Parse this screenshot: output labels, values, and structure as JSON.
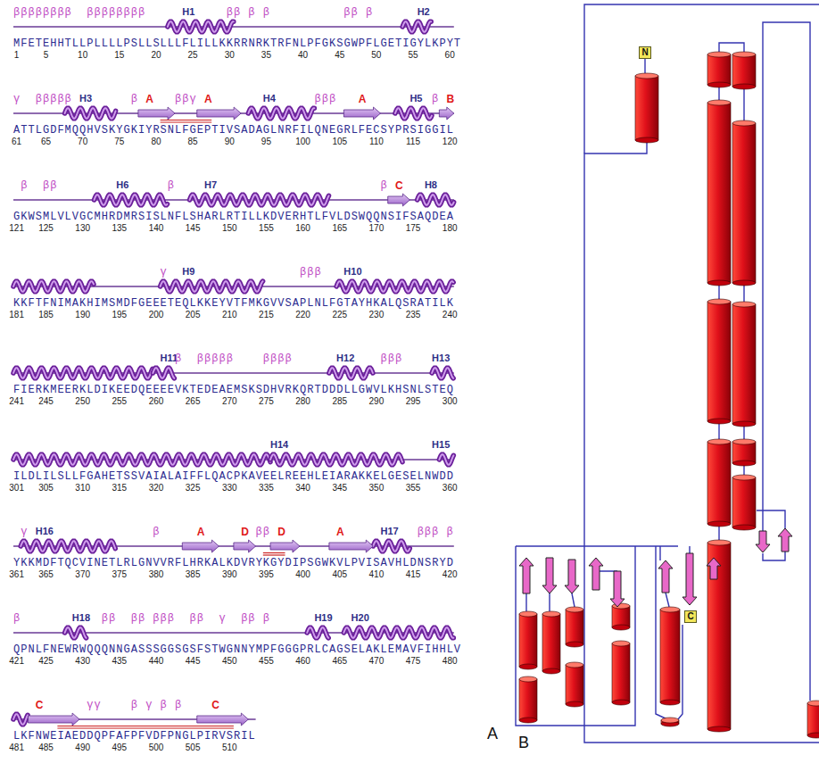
{
  "diagram": {
    "nodes": [
      {
        "text": [
          "N"
        ]
      },
      {
        "text": [
          "C"
        ]
      }
    ],
    "labels": [
      "ββββββββ",
      "ββββββββ",
      "H1",
      "ββ",
      "β",
      "β",
      "ββ",
      "β",
      "H2",
      "MFETEHHTLLPLLLLPSLLSLLLFLILLKKRRNRKTRFNLPFGKSGWPFLGETIGYLKPYT",
      "1",
      "5",
      "10",
      "15",
      "20",
      "25",
      "30",
      "35",
      "40",
      "45",
      "50",
      "55",
      "60",
      "γ",
      "βββββ",
      "H3",
      "β",
      "A",
      "ββγ",
      "A",
      "H4",
      "βββ",
      "A",
      "H5",
      "β",
      "B",
      "ATTLGDFMQQHVSKYGKIYRSNLFGEPTIVSADAGLNRFILQNEGRLFECSYPRSIGGIL",
      "61",
      "65",
      "70",
      "75",
      "80",
      "85",
      "90",
      "95",
      "100",
      "105",
      "110",
      "115",
      "120",
      "β",
      "ββ",
      "H6",
      "β",
      "H7",
      "β",
      "C",
      "H8",
      "GKWSMLVLVGCMHRDMRSISLNFLSHARLRTILLKDVERHTLFVLDSWQQNSIFSAQDEA",
      "121",
      "125",
      "130",
      "135",
      "140",
      "145",
      "150",
      "155",
      "160",
      "165",
      "170",
      "175",
      "180",
      "γ",
      "H9",
      "βββ",
      "H10",
      "KKFTFNIMAKHIMSMDFGEEETEQLKKEYVTFMKGVVSAPLNLFGTAYHKALQSRATILK",
      "181",
      "185",
      "190",
      "195",
      "200",
      "205",
      "210",
      "215",
      "220",
      "225",
      "230",
      "235",
      "240",
      "H11",
      "β",
      "βββββ",
      "ββββ",
      "H12",
      "βββ",
      "H13",
      "FIERKMEERKLDIKEEDQEEEEVKTEDEAEMSKSDHVRKQRTDDDLLGWVLKHSNLSTEQ",
      "241",
      "245",
      "250",
      "255",
      "260",
      "265",
      "270",
      "275",
      "280",
      "285",
      "290",
      "295",
      "300",
      "H14",
      "H15",
      "ILDLILSLLFGAHETSSVAIALAIFFLQACPKAVEELREEHLEIARAKKELGESELNWDD",
      "301",
      "305",
      "310",
      "315",
      "320",
      "325",
      "330",
      "335",
      "340",
      "345",
      "350",
      "355",
      "360",
      "γ",
      "H16",
      "β",
      "A",
      "D",
      "ββ",
      "D",
      "A",
      "H17",
      "βββ",
      "β",
      "YKKMDFTQCVINETLRLGNVVRFLHRKALKDVRYKGYDIPSGWKVLPVISAVHLDNSRYD",
      "361",
      "365",
      "370",
      "375",
      "380",
      "385",
      "390",
      "395",
      "400",
      "405",
      "410",
      "415",
      "420",
      "β",
      "H18",
      "ββ",
      "ββ",
      "βββ",
      "ββ",
      "γ",
      "ββ",
      "β",
      "H19",
      "H20",
      "QPNLFNEWRWQQQNNGASSSGGSGSFSTWGNNYMPFGGGPRLCAGSELAKLEMAVFIHHLV",
      "421",
      "425",
      "430",
      "435",
      "440",
      "445",
      "450",
      "455",
      "460",
      "465",
      "470",
      "475",
      "480",
      "C",
      "γγ",
      "β",
      "γ",
      "β",
      "β",
      "C",
      "LKFNWEIAEDDQPFAFPFVDFPNGLPIRVSRIL",
      "481",
      "485",
      "490",
      "495",
      "500",
      "505",
      "510",
      "A",
      "B"
    ]
  }
}
